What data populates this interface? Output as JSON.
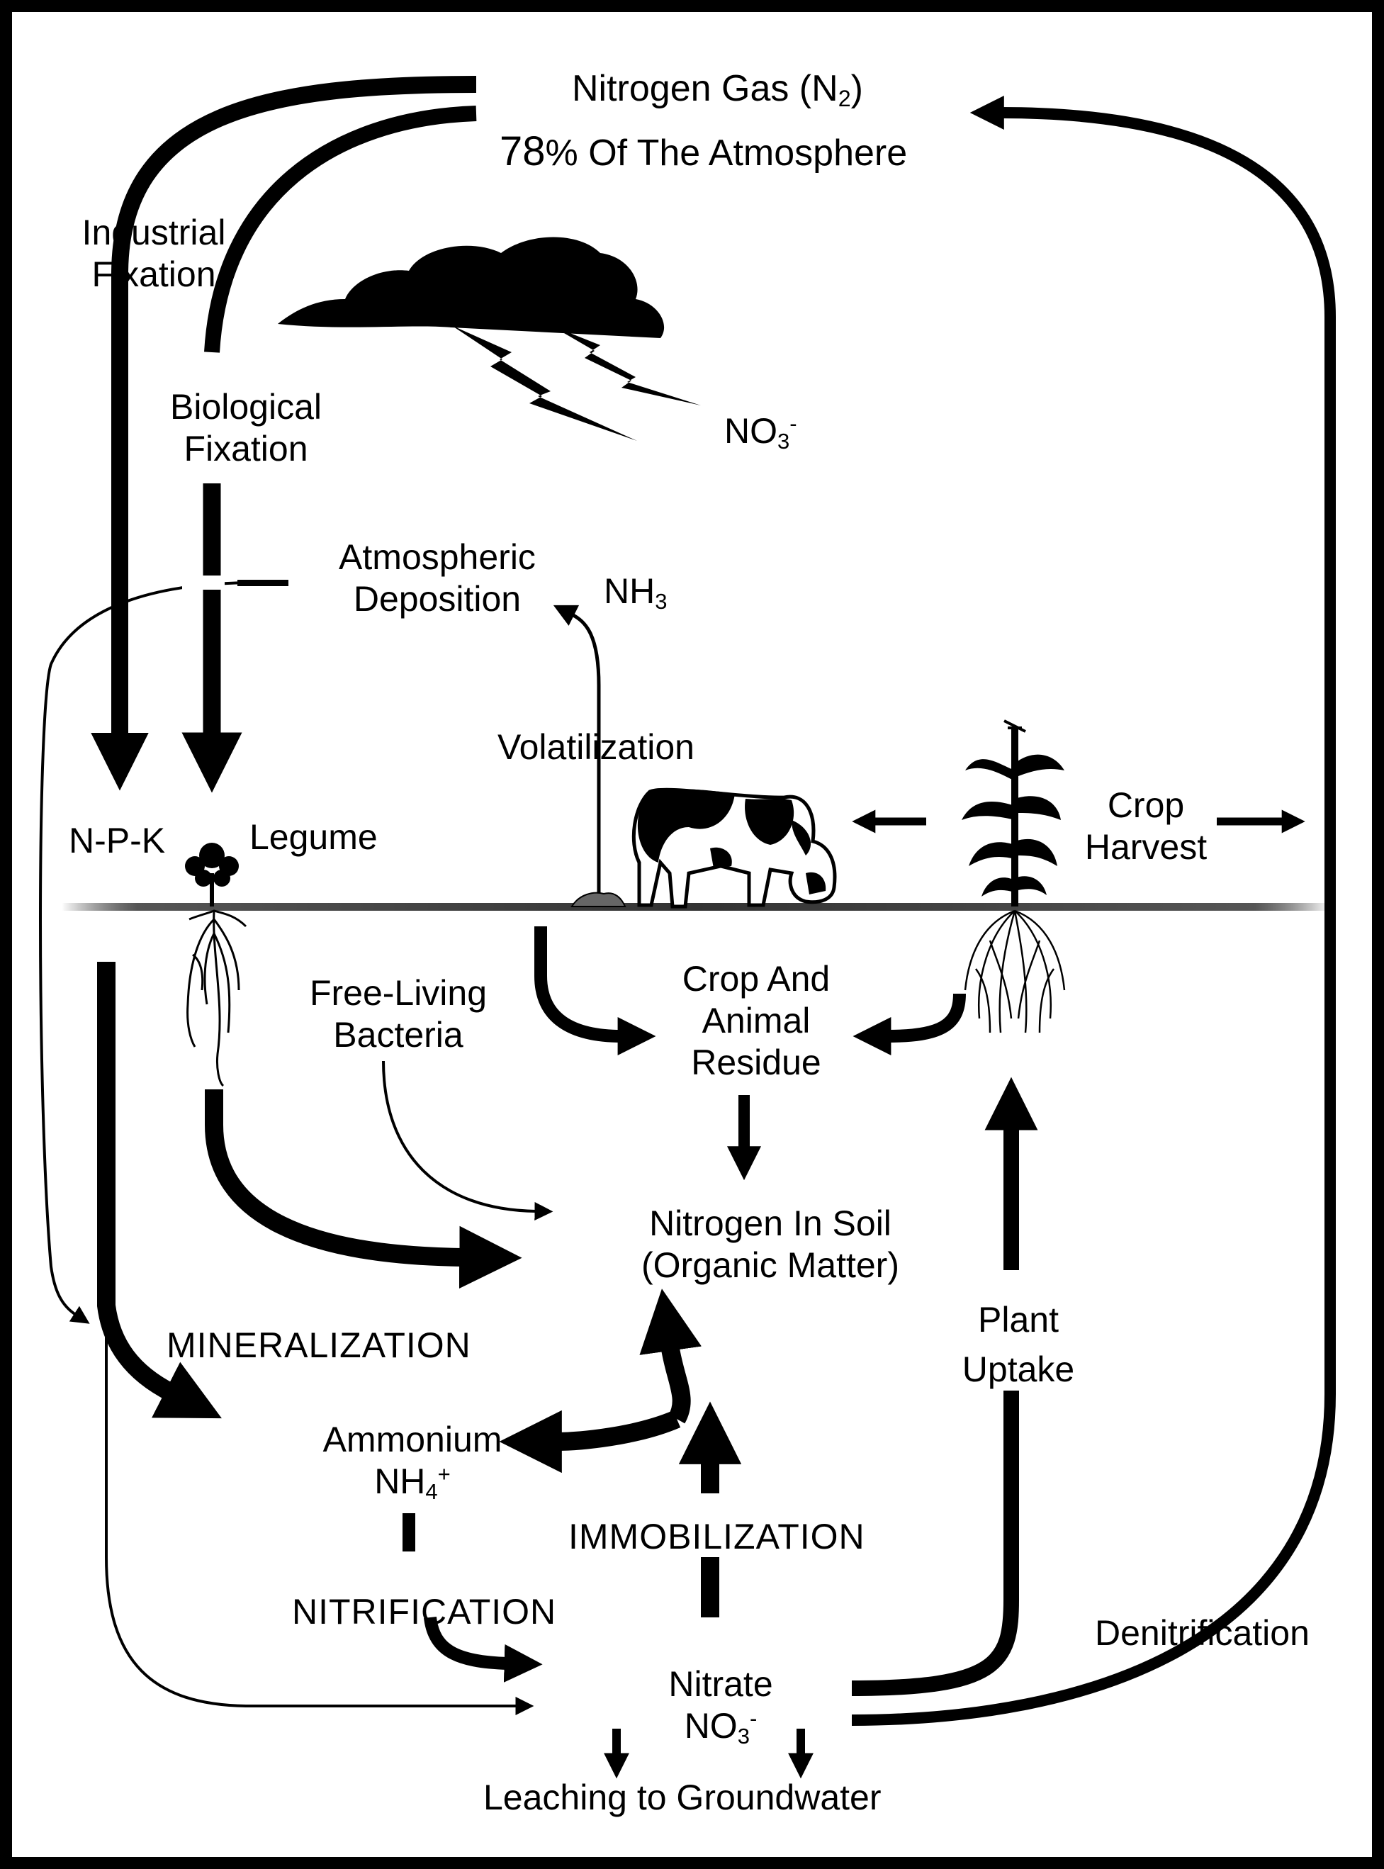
{
  "nitrogen_gas": {
    "name": "Nitrogen Gas (N",
    "sub": "2",
    "close": ")",
    "share_number": "78",
    "share_text": "% Of The Atmosphere"
  },
  "industrial_fixation": {
    "line1": "Industrial",
    "line2": "Fixation"
  },
  "biological_fixation": {
    "line1": "Biological",
    "line2": "Fixation"
  },
  "lightning_nitrate": {
    "base": "NO",
    "sub": "3",
    "sup": "-"
  },
  "atmospheric_deposition": {
    "line1": "Atmospheric",
    "line2": "Deposition"
  },
  "ammonia": {
    "base": "NH",
    "sub": "3"
  },
  "volatilization": "Volatilization",
  "npk": "N-P-K",
  "legume": "Legume",
  "crop_harvest": {
    "line1": "Crop",
    "line2": "Harvest"
  },
  "free_living_bacteria": {
    "line1": "Free-Living",
    "line2": "Bacteria"
  },
  "crop_animal_residue": {
    "line1": "Crop And",
    "line2": "Animal",
    "line3": "Residue"
  },
  "nitrogen_in_soil": {
    "line1": "Nitrogen In Soil",
    "line2": "(Organic Matter)"
  },
  "plant_uptake": {
    "line1": "Plant",
    "line2": "Uptake"
  },
  "mineralization": "MINERALIZATION",
  "ammonium": {
    "line1": "Ammonium",
    "base": "NH",
    "sub": "4",
    "sup": "+"
  },
  "immobilization": "IMMOBILIZATION",
  "nitrification": "NITRIFICATION",
  "denitrification": "Denitrification",
  "nitrate": {
    "line1": "Nitrate",
    "base": "NO",
    "sub": "3",
    "sup": "-"
  },
  "leaching": "Leaching to Groundwater",
  "colors": {
    "ink": "#000000",
    "background": "#ffffff",
    "frame": "#000000"
  }
}
